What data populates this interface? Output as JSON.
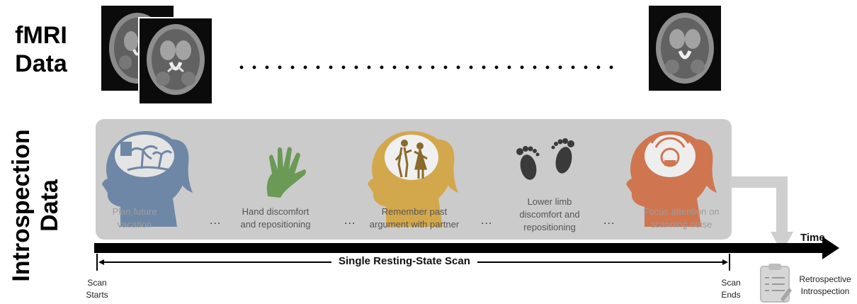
{
  "rows": {
    "fmri_label": [
      "fMRI",
      "Data"
    ],
    "introspection_label": [
      "Introspection",
      "Data"
    ]
  },
  "dots_separator": "..........................",
  "thoughts": [
    {
      "caption": [
        "Plan future",
        "vacation"
      ],
      "icon": "head-vacation-icon",
      "color": "#6f87a6"
    },
    {
      "caption": [
        "Hand discomfort",
        "and repositioning"
      ],
      "icon": "hand-icon",
      "color": "#6a9a55"
    },
    {
      "caption": [
        "Remember past",
        "argument with partner"
      ],
      "icon": "head-argument-icon",
      "color": "#d3a84c"
    },
    {
      "caption": [
        "Lower limb",
        "discomfort and",
        "repositioning"
      ],
      "icon": "footprints-icon",
      "color": "#3a3a3a"
    },
    {
      "caption": [
        "Focus attention on",
        "scanning noise"
      ],
      "icon": "head-noise-icon",
      "color": "#cf7650"
    }
  ],
  "ellipsis": "...",
  "timeline": {
    "time_label": "Time",
    "scan_label": "Single Resting-State Scan",
    "start_label": [
      "Scan",
      "Starts"
    ],
    "end_label": [
      "Scan",
      "Ends"
    ],
    "retro_label": [
      "Retrospective",
      "Introspection"
    ]
  }
}
